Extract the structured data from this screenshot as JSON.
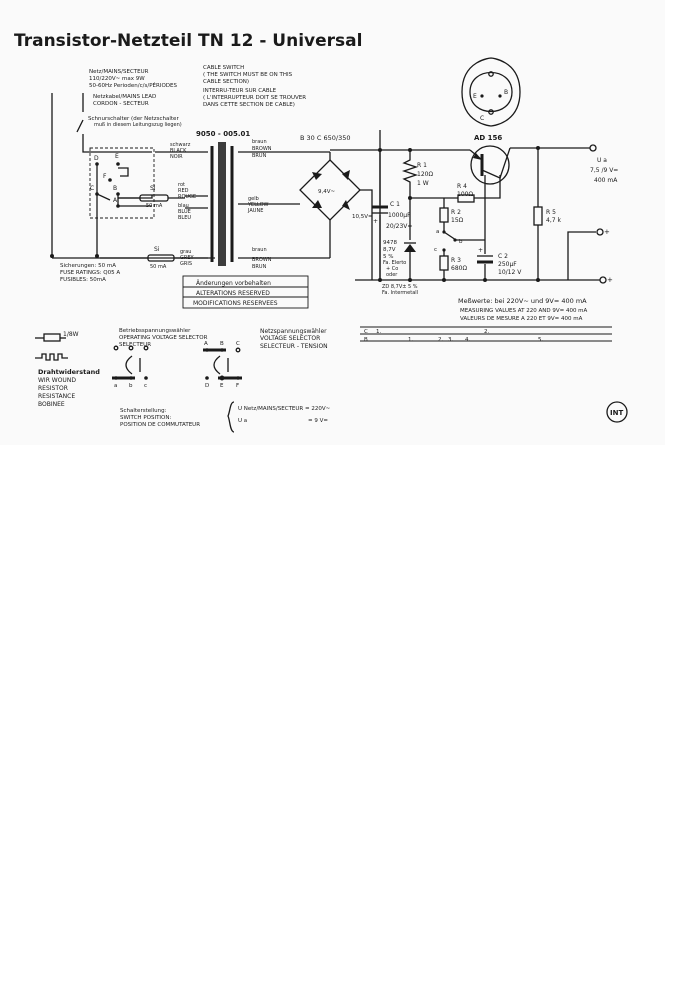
{
  "title": "Transistor-Netzteil TN 12 - Universal",
  "mains": [
    "Netz/MAINS/SECTEUR",
    "110/220V~ max 9W",
    "50-60Hz Perioden/c/s/PÉRIODES"
  ],
  "mains_lead": [
    "Netzkabel/MAINS LEAD",
    "CORDON - SECTEUR"
  ],
  "cord_switch_de": [
    "Schnurschalter (der Netzschalter",
    "muß in diesem Leitungszug liegen)"
  ],
  "cable_switch_en": [
    "CABLE SWITCH",
    "( THE SWITCH MUST BE ON THIS",
    "CABLE SECTION)"
  ],
  "cable_switch_fr": [
    "INTERRU-TEUR SUR CABLE",
    "( L'INTERRUPTEUR DOIT SE TROUVER",
    "DANS CETTE SECTION DE CABLE)"
  ],
  "transformer": "9050 - 005.01",
  "rectifier": "B 30  C 650/350",
  "wire_black": [
    "schwarz",
    "BLACK",
    "NOIR"
  ],
  "wire_brown_top": [
    "braun",
    "BROWN",
    "BRUN"
  ],
  "wire_red": [
    "rot",
    "RED",
    "ROUGE"
  ],
  "wire_blue": [
    "blau",
    "BLUE",
    "BLEU"
  ],
  "wire_yellow": [
    "gelb",
    "YELLOW",
    "JAUNE"
  ],
  "wire_grey": [
    "grau",
    "GREY",
    "GRIS"
  ],
  "wire_brown_bottom": [
    "braun",
    "BROWN",
    "BRUN"
  ],
  "fuse_symbol": "Si",
  "fuse_value": "50 mA",
  "fuse_ratings": [
    "Sicherungen:  50 mA",
    "FUSE RATINGS: Q05 A",
    "FUSIBLES:    50mA"
  ],
  "terminals": {
    "d": "D",
    "e": "E",
    "f": "F",
    "c": "C",
    "b": "B",
    "a": "A"
  },
  "voltage_ac": "9,4V~",
  "voltage_dc": "10,5V=",
  "c1": [
    "C 1",
    "1000µF",
    "20/23V="
  ],
  "zener": [
    "9478",
    "8,7V",
    "5 %",
    "Fa. Elerto",
    "+ Co",
    "oder"
  ],
  "zener_alt": "ZD 8,7V± 5 %",
  "zener_alt2": "Fa. Intermetall",
  "r1": [
    "R 1",
    "120Ω",
    "1 W"
  ],
  "r4": [
    "R 4",
    "100Ω"
  ],
  "r2": [
    "R 2",
    "15Ω"
  ],
  "r3": [
    "R 3",
    "680Ω"
  ],
  "switch_contacts": {
    "a": "a",
    "b": "b",
    "c": "c"
  },
  "c2": [
    "C 2",
    "250µF",
    "10/12 V"
  ],
  "r5": [
    "R 5",
    "4,7 k"
  ],
  "transistor": "AD 156",
  "pinout": {
    "e": "E",
    "b": "B",
    "c": "C"
  },
  "output": [
    "U a",
    "7,5 /9 V=",
    "400 mA"
  ],
  "output_plus": "+",
  "alterations": [
    "Änderungen vorbehalten",
    "ALTERATIONS RESERVED",
    "MODIFICATIONS RESERVEES"
  ],
  "measure": [
    "Meßwerte: bei 220V~ und 9V= 400 mA",
    "MEASURING VALUES AT 220 AND 9V= 400 mA",
    "VALEURS DE MESURE A 220 ET 9V= 400 mA"
  ],
  "resistor_legend": "1/8W",
  "wirewound": [
    "Drahtwiderstand",
    "WIR WOUND",
    "RESISTOR",
    "RESISTANCE",
    "BOBINEE"
  ],
  "op_selector": [
    "Betriebsspannungswähler",
    "OPERATING VOLTAGE SELECTOR",
    "SELECTEUR"
  ],
  "mains_selector": [
    "Netzspannungswähler",
    "VOLTAGE SELECTOR",
    "SELECTEUR - TENSION"
  ],
  "sel_left_labels": [
    "a",
    "b",
    "c"
  ],
  "sel_right_top": [
    "A",
    "B",
    "C"
  ],
  "sel_right_bottom": [
    "D",
    "E",
    "F"
  ],
  "switch_position": [
    "Schalterstellung:",
    "SWITCH POSITION:",
    "POSITION DE COMMUTATEUR"
  ],
  "switch_pos_values": [
    "U Netz/MAINS/SECTEUR = 220V~",
    "U a",
    "= 9 V="
  ],
  "table_rows": [
    {
      "label": "C",
      "cells": [
        "1.",
        "2."
      ]
    },
    {
      "label": "B",
      "cells": [
        "1.",
        "2.",
        "3.",
        "4.",
        "5."
      ]
    }
  ],
  "logo": "INT"
}
